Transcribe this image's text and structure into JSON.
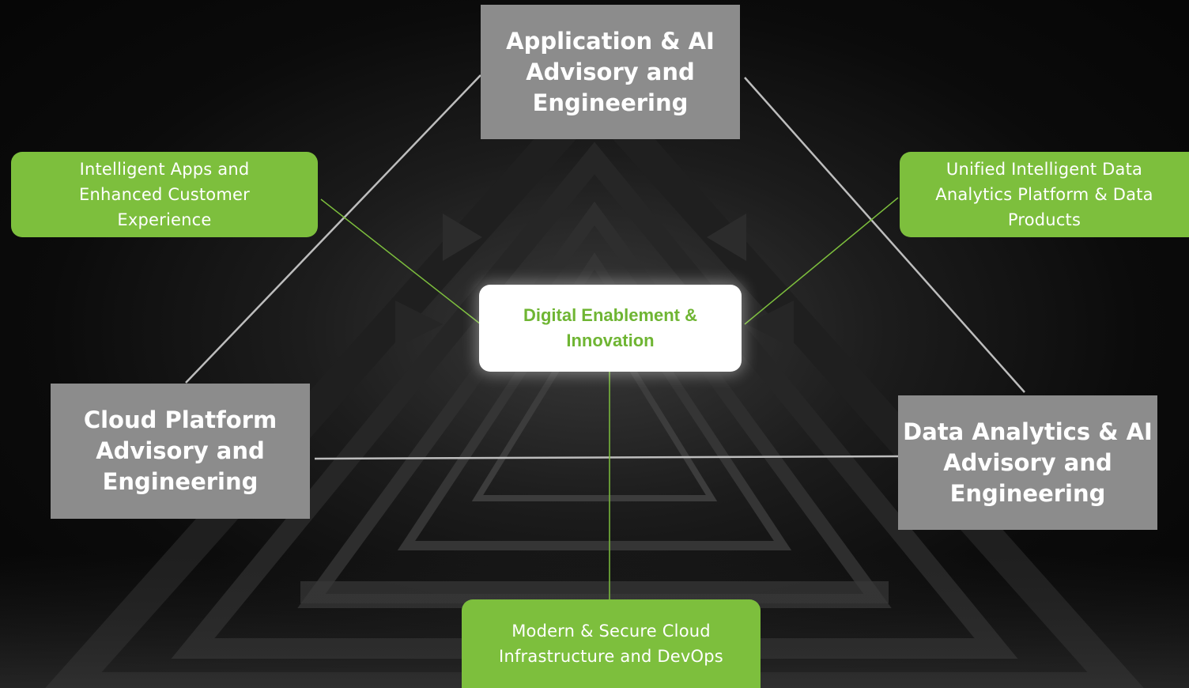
{
  "diagram": {
    "center": {
      "label": "Digital Enablement &\nInnovation"
    },
    "corners": {
      "top": "Application & AI\nAdvisory and\nEngineering",
      "left": "Cloud Platform\nAdvisory and\nEngineering",
      "right": "Data Analytics & AI\nAdvisory and\nEngineering"
    },
    "outcomes": {
      "upper_left": "Intelligent Apps and\nEnhanced Customer\nExperience",
      "upper_right": "Unified Intelligent Data\nAnalytics Platform & Data\nProducts",
      "bottom": "Modern & Secure Cloud\nInfrastructure and DevOps"
    }
  },
  "colors": {
    "corner_box": "#8c8c8c",
    "outcome_box": "#7dbf3d",
    "center_text": "#6fb533",
    "triangle_line": "#bdbdbd",
    "spoke_line": "#7dbf3d"
  }
}
